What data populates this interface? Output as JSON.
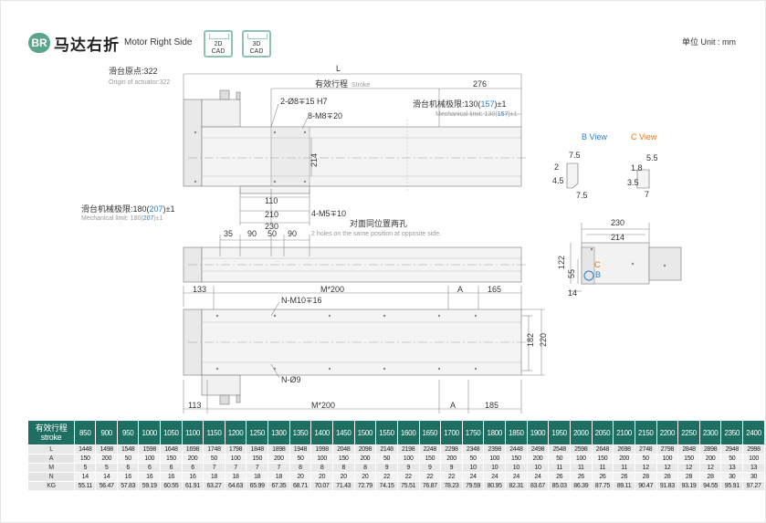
{
  "header": {
    "badge": "BR",
    "title_cn": "马达右折",
    "title_en": "Motor Right Side",
    "cad_2d": "2D",
    "cad_2d_sub": "CAD",
    "cad_3d": "3D",
    "cad_3d_sub": "CAD",
    "unit": "单位 Unit : mm"
  },
  "drawing": {
    "origin_cn": "滑台原点:322",
    "origin_en": "Origin of actuator:322",
    "L": "L",
    "stroke_cn": "有效行程",
    "stroke_en": "Stroke",
    "dim_276": "276",
    "right_limit_cn": "滑台机械极限:130(",
    "right_limit_cn_blue": "157",
    "right_limit_cn_end": ")±1",
    "right_limit_en": "Mechanical limit: 130(",
    "right_limit_en_blue": "157",
    "right_limit_en_end": ")±1",
    "hole_2": "2-Ø8∓15 H7",
    "hole_8": "8-M8∓20",
    "dim_214": "214",
    "dim_110": "110",
    "dim_210": "210",
    "dim_230": "230",
    "hole_4": "4-M5∓10",
    "left_limit_cn": "滑台机械极限:180(",
    "left_limit_cn_blue": "207",
    "left_limit_cn_end": ")±1",
    "left_limit_en": "Mechanical limit: 180(",
    "left_limit_en_blue": "207",
    "left_limit_en_end": ")±1",
    "opposite_cn": "对面同位置两孔",
    "opposite_en": "2 holes on the same position at opposite side.",
    "dim_35": "35",
    "dim_90a": "90",
    "dim_50": "50",
    "dim_90b": "90",
    "dim_133": "133",
    "dim_M200_top": "M*200",
    "dim_A_top": "A",
    "dim_165": "165",
    "hole_n": "N-M10∓16",
    "dim_182": "182",
    "dim_220": "220",
    "hole_n9": "N-Ø9",
    "dim_113": "113",
    "dim_M200_bot": "M*200",
    "dim_A_bot": "A",
    "dim_185": "185",
    "b_view": "B View",
    "c_view": "C View",
    "b_75a": "7.5",
    "b_2": "2",
    "b_45": "4.5",
    "b_75b": "7.5",
    "c_55": "5.5",
    "c_18": "1.8",
    "c_35": "3.5",
    "c_7": "7",
    "sec_230": "230",
    "sec_214": "214",
    "sec_122": "122",
    "sec_55": "55",
    "sec_14": "14",
    "sec_C": "C",
    "sec_B": "B"
  },
  "table": {
    "head_cn": "有效行程",
    "head_en": "stroke",
    "strokes": [
      "850",
      "900",
      "950",
      "1000",
      "1050",
      "1100",
      "1150",
      "1200",
      "1250",
      "1300",
      "1350",
      "1400",
      "1450",
      "1500",
      "1550",
      "1600",
      "1650",
      "1700",
      "1750",
      "1800",
      "1850",
      "1900",
      "1950",
      "2000",
      "2050",
      "2100",
      "2150",
      "2200",
      "2250",
      "2300",
      "2350",
      "2400"
    ],
    "rows": [
      {
        "label": "L",
        "values": [
          "1448",
          "1498",
          "1548",
          "1598",
          "1648",
          "1698",
          "1748",
          "1798",
          "1848",
          "1898",
          "1948",
          "1998",
          "2048",
          "2098",
          "2148",
          "2198",
          "2248",
          "2298",
          "2348",
          "2398",
          "2448",
          "2498",
          "2548",
          "2598",
          "2648",
          "2698",
          "2748",
          "2798",
          "2848",
          "2898",
          "2948",
          "2998"
        ]
      },
      {
        "label": "A",
        "values": [
          "150",
          "200",
          "50",
          "100",
          "150",
          "200",
          "50",
          "100",
          "150",
          "200",
          "50",
          "100",
          "150",
          "200",
          "50",
          "100",
          "150",
          "200",
          "50",
          "100",
          "150",
          "200",
          "50",
          "100",
          "150",
          "200",
          "50",
          "100",
          "150",
          "200",
          "50",
          "100"
        ]
      },
      {
        "label": "M",
        "values": [
          "5",
          "5",
          "6",
          "6",
          "6",
          "6",
          "7",
          "7",
          "7",
          "7",
          "8",
          "8",
          "8",
          "8",
          "9",
          "9",
          "9",
          "9",
          "10",
          "10",
          "10",
          "10",
          "11",
          "11",
          "11",
          "11",
          "12",
          "12",
          "12",
          "12",
          "13",
          "13"
        ]
      },
      {
        "label": "N",
        "values": [
          "14",
          "14",
          "16",
          "16",
          "16",
          "16",
          "18",
          "18",
          "18",
          "18",
          "20",
          "20",
          "20",
          "20",
          "22",
          "22",
          "22",
          "22",
          "24",
          "24",
          "24",
          "24",
          "26",
          "26",
          "26",
          "26",
          "28",
          "28",
          "28",
          "28",
          "30",
          "30"
        ]
      },
      {
        "label": "KG",
        "values": [
          "55.11",
          "56.47",
          "57.83",
          "59.19",
          "60.55",
          "61.91",
          "63.27",
          "64.63",
          "65.99",
          "67.35",
          "68.71",
          "70.07",
          "71.43",
          "72.79",
          "74.15",
          "75.51",
          "76.87",
          "78.23",
          "79.59",
          "80.95",
          "82.31",
          "83.67",
          "85.03",
          "86.39",
          "87.75",
          "89.11",
          "90.47",
          "91.83",
          "93.19",
          "94.55",
          "95.91",
          "97.27"
        ]
      }
    ]
  }
}
